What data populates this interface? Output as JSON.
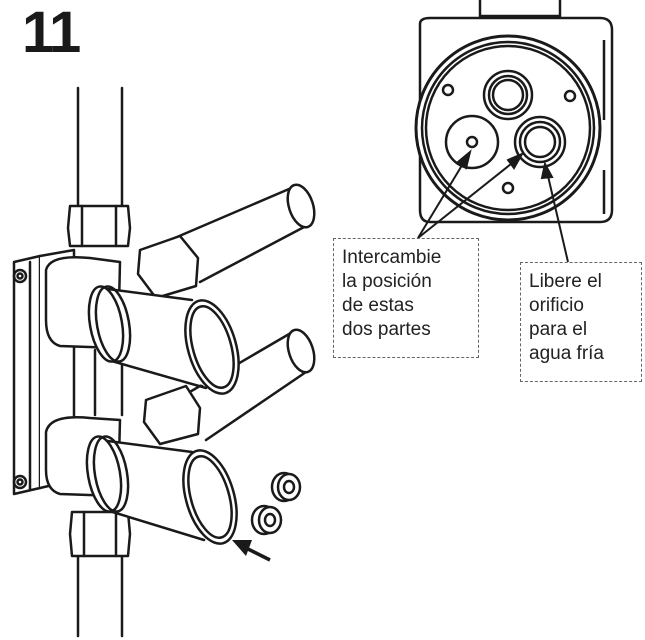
{
  "step": {
    "number": "11"
  },
  "callouts": {
    "swap": {
      "lines": [
        "Intercambie",
        "la posición",
        "de estas",
        "dos partes"
      ]
    },
    "free": {
      "lines": [
        "Libere el",
        "orificio",
        "para el",
        "agua fría"
      ]
    }
  },
  "colors": {
    "line": "#1a1a1a",
    "dash": "#666666",
    "background": "#ffffff"
  },
  "icons": [
    "arrow-icon"
  ]
}
